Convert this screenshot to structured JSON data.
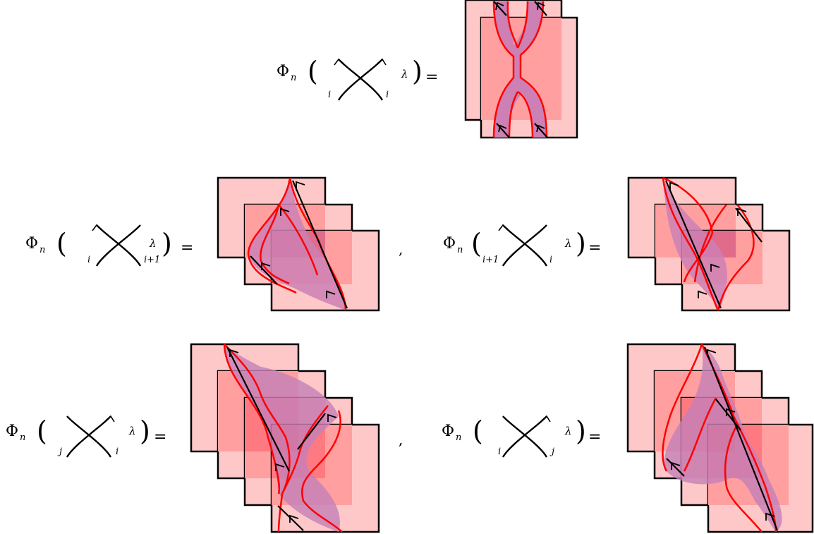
{
  "equations": [
    {
      "lhs_symbol": "Φ",
      "lhs_subscript": "n",
      "label_left": "i",
      "label_right": "i",
      "weight": "λ",
      "equals": "=",
      "separator": ""
    },
    {
      "lhs_symbol": "Φ",
      "lhs_subscript": "n",
      "label_left": "i",
      "label_right": "i+1",
      "weight": "λ",
      "equals": "=",
      "separator": ","
    },
    {
      "lhs_symbol": "Φ",
      "lhs_subscript": "n",
      "label_left": "i+1",
      "label_right": "i",
      "weight": "λ",
      "equals": "=",
      "separator": ""
    },
    {
      "lhs_symbol": "Φ",
      "lhs_subscript": "n",
      "label_left": "j",
      "label_right": "i",
      "weight": "λ",
      "equals": "=",
      "separator": ","
    },
    {
      "lhs_symbol": "Φ",
      "lhs_subscript": "n",
      "label_left": "i",
      "label_right": "j",
      "weight": "λ",
      "equals": "=",
      "separator": ""
    }
  ],
  "colors": {
    "sheet_fill": "#ffc8c8",
    "seam": "#ff0000",
    "ribbon": "#c87fc8",
    "frame": "#000000"
  }
}
